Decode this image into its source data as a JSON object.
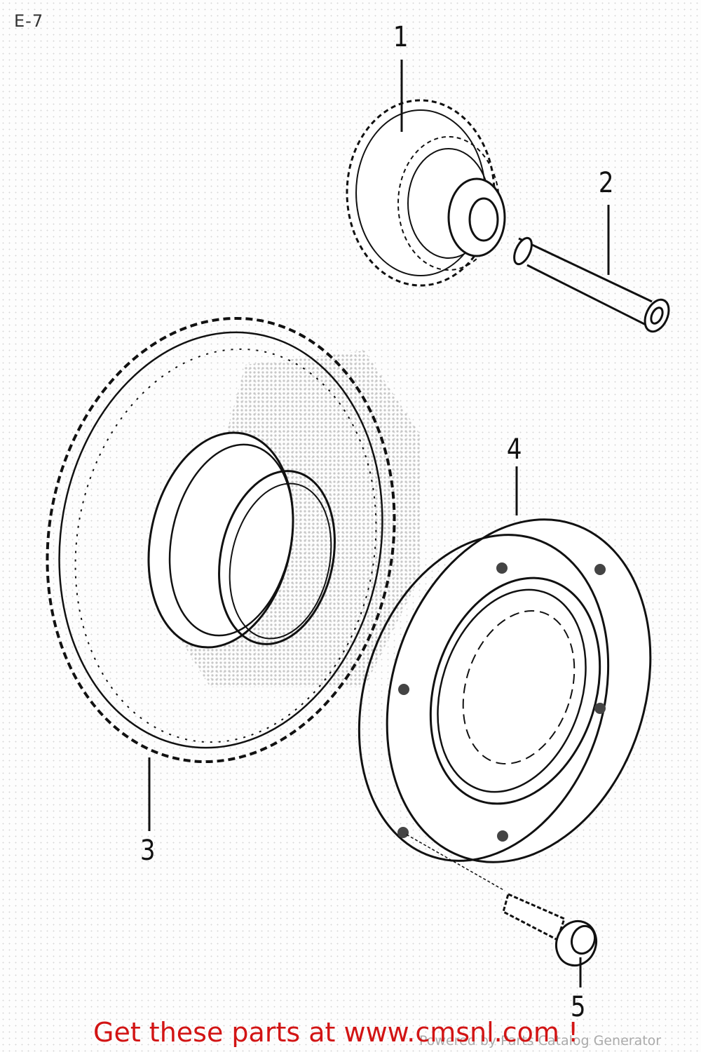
{
  "header": {
    "code": "E-7"
  },
  "callouts": [
    {
      "number": "1",
      "part": "small-gear"
    },
    {
      "number": "2",
      "part": "shaft"
    },
    {
      "number": "3",
      "part": "large-gear"
    },
    {
      "number": "4",
      "part": "one-way-clutch"
    },
    {
      "number": "5",
      "part": "bolt"
    }
  ],
  "footer": {
    "cta": "Get these parts at www.cmsnl.com !",
    "powered": "Powered by Parts Catalog Generator"
  },
  "colors": {
    "cta": "#d21414",
    "line": "#111111",
    "dots": "#d8d8d8"
  }
}
